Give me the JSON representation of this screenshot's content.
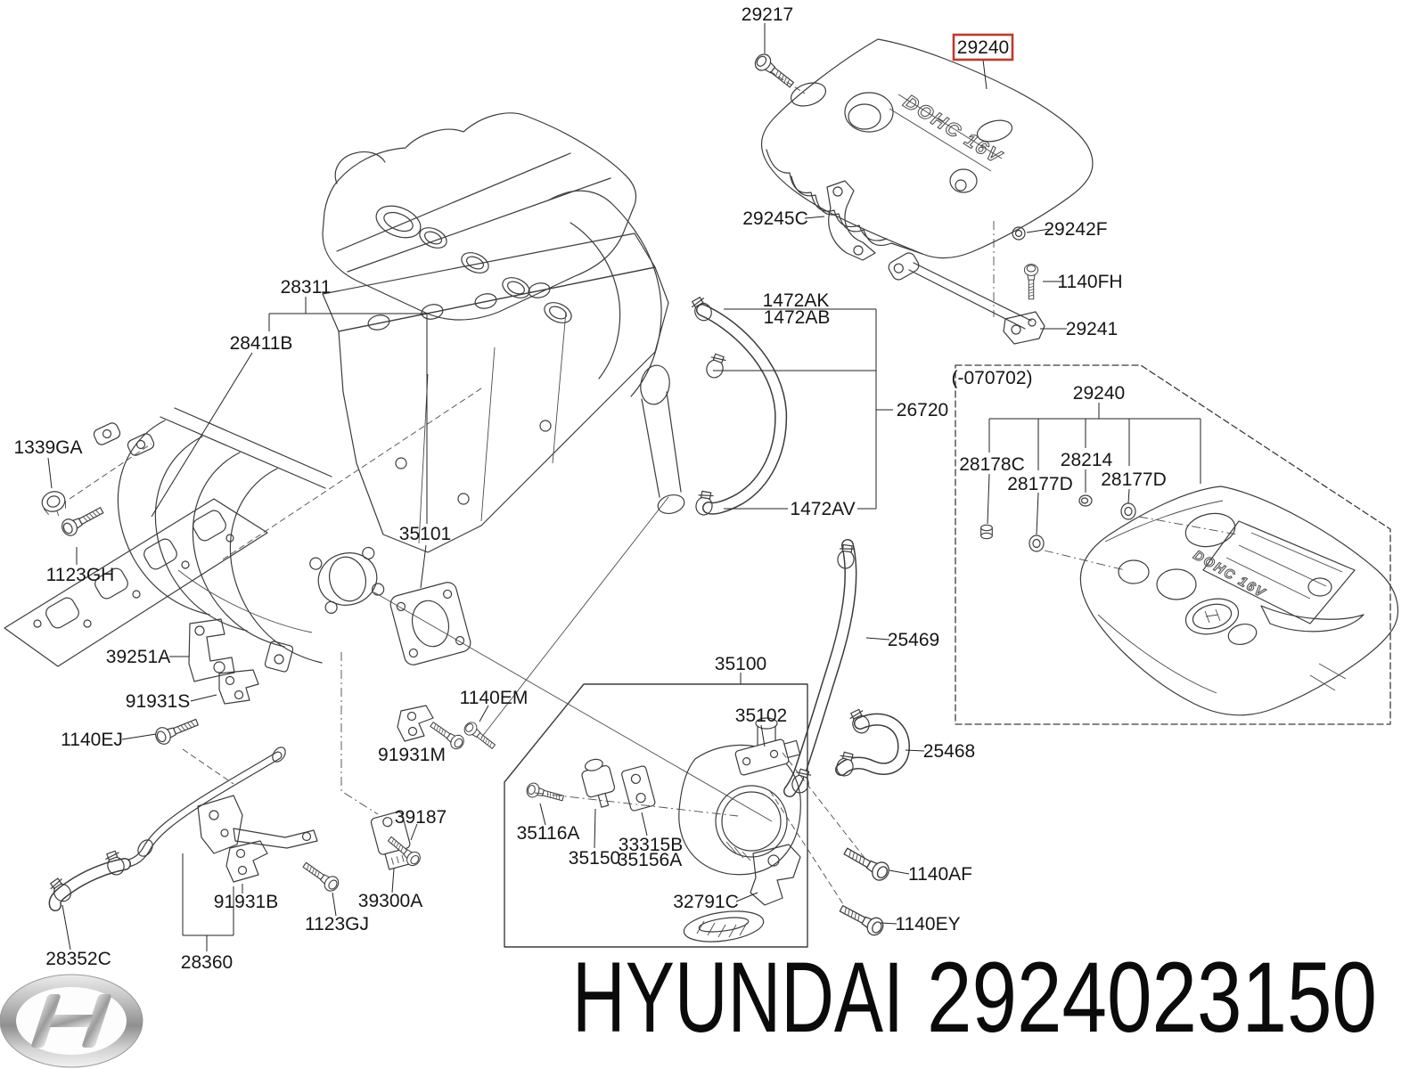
{
  "page": {
    "background": "#ffffff"
  },
  "footer": {
    "brand": "HYUNDAI",
    "part_number": "2924023150"
  },
  "diagram": {
    "inset_caption": "(-070702)",
    "cover_badge": "DOHC 16V",
    "highlight_color": "#c0392b",
    "highlighted_part": "29240",
    "labels": {
      "p29217": {
        "text": "29217"
      },
      "p29240": {
        "text": "29240"
      },
      "p29245c": {
        "text": "29245C"
      },
      "p29242f": {
        "text": "29242F"
      },
      "p1140fh": {
        "text": "1140FH"
      },
      "p29241": {
        "text": "29241"
      },
      "p1472ak": {
        "text": "1472AK"
      },
      "p1472ab": {
        "text": "1472AB"
      },
      "p26720": {
        "text": "26720"
      },
      "p1472av": {
        "text": "1472AV"
      },
      "p28311": {
        "text": "28311"
      },
      "p28411b": {
        "text": "28411B"
      },
      "p35101": {
        "text": "35101"
      },
      "p1339ga": {
        "text": "1339GA"
      },
      "p1123gh": {
        "text": "1123GH"
      },
      "p39251a": {
        "text": "39251A"
      },
      "p91931s": {
        "text": "91931S"
      },
      "p1140ej": {
        "text": "1140EJ"
      },
      "p1140em": {
        "text": "1140EM"
      },
      "p91931m": {
        "text": "91931M"
      },
      "p39187": {
        "text": "39187"
      },
      "p39300a": {
        "text": "39300A"
      },
      "p91931b": {
        "text": "91931B"
      },
      "p1123gj": {
        "text": "1123GJ"
      },
      "p28352c": {
        "text": "28352C"
      },
      "p28360": {
        "text": "28360"
      },
      "p35100": {
        "text": "35100"
      },
      "p35102": {
        "text": "35102"
      },
      "p35116a": {
        "text": "35116A"
      },
      "p35150": {
        "text": "35150"
      },
      "p33315b": {
        "text": "33315B"
      },
      "p35156a": {
        "text": "35156A"
      },
      "p32791c": {
        "text": "32791C"
      },
      "p1140af": {
        "text": "1140AF"
      },
      "p1140ey": {
        "text": "1140EY"
      },
      "p25469": {
        "text": "25469"
      },
      "p25468": {
        "text": "25468"
      },
      "p29240_inset": {
        "text": "29240"
      },
      "p28178c": {
        "text": "28178C"
      },
      "p28177d_a": {
        "text": "28177D"
      },
      "p28214": {
        "text": "28214"
      },
      "p28177d_b": {
        "text": "28177D"
      }
    }
  }
}
